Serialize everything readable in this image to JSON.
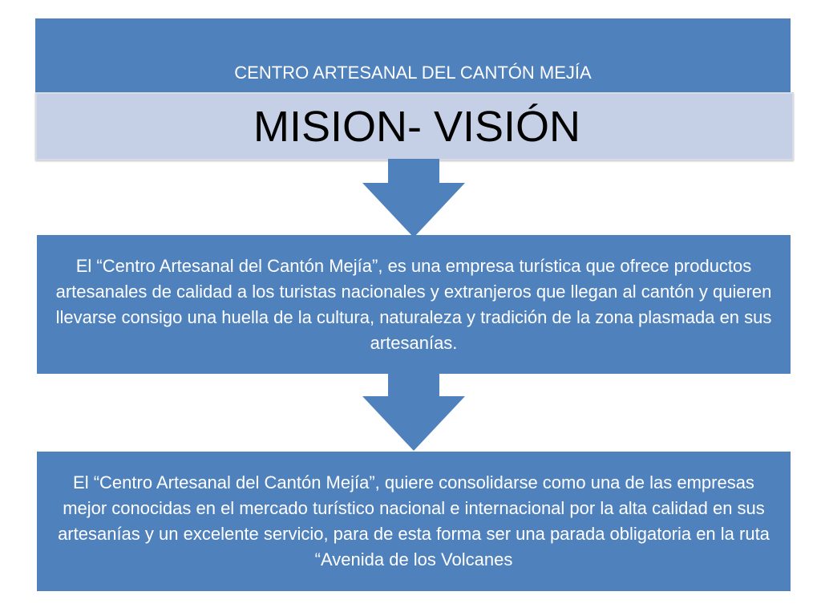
{
  "diagram": {
    "top_box": {
      "text": "CENTRO ARTESANAL DEL CANTÓN MEJÍA"
    },
    "title": "MISION- VISIÓN",
    "mission_box": {
      "text": "El “Centro Artesanal del Cantón Mejía”, es una empresa turística que ofrece productos artesanales de calidad a los turistas nacionales y extranjeros que llegan al cantón y quieren llevarse consigo una huella de la cultura, naturaleza y tradición de la zona plasmada en sus artesanías."
    },
    "vision_box": {
      "text": "El “Centro Artesanal del Cantón Mejía”, quiere consolidarse como una de las empresas mejor conocidas en el mercado turístico nacional e internacional por la alta calidad en sus artesanías y un excelente servicio, para de esta forma ser una parada obligatoria en la ruta “Avenida de los Volcanes"
    },
    "arrow_icon": "down-arrow-icon",
    "colors": {
      "box_fill": "#4f81bd",
      "title_band_fill": "#c5d0e6",
      "text_on_box": "#ffffff",
      "title_text": "#000000"
    }
  }
}
